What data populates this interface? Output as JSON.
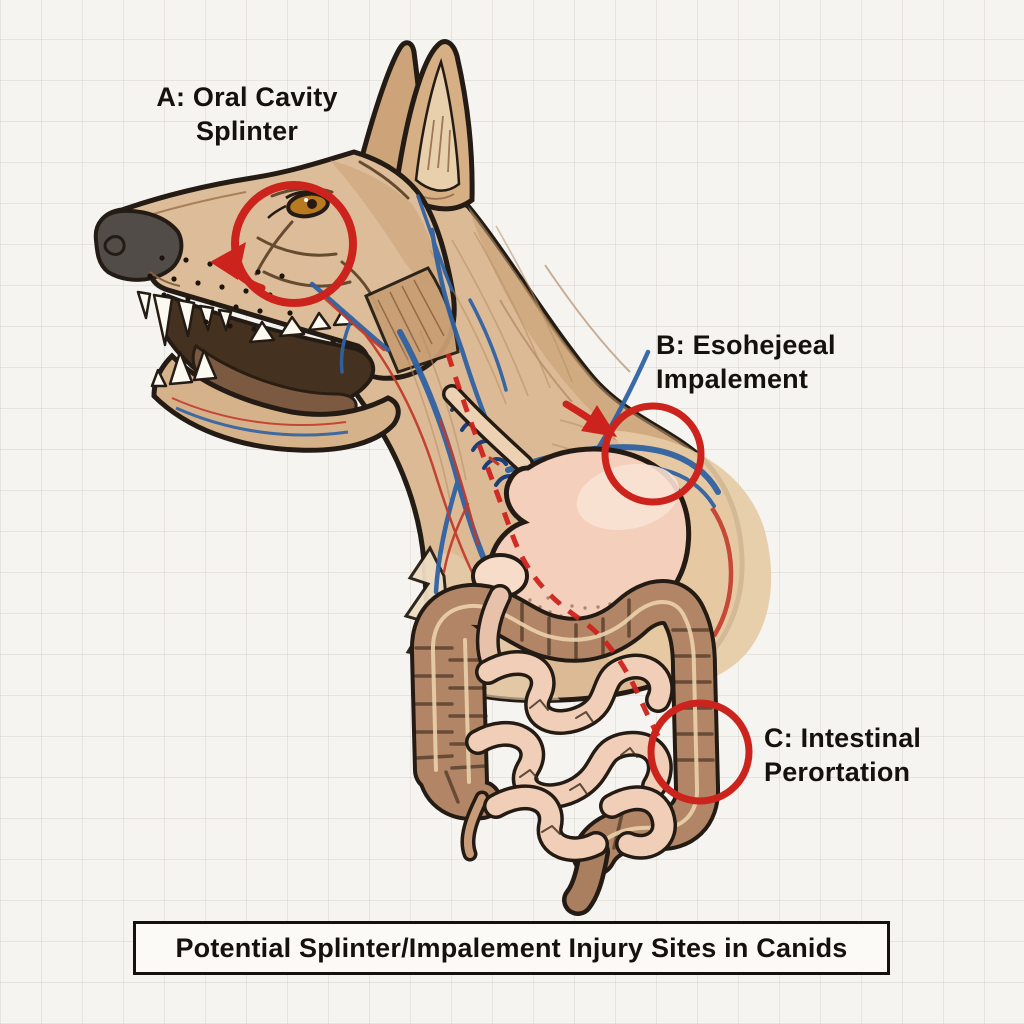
{
  "figure": {
    "kind": "annotated veterinary anatomy diagram",
    "subject": "canine lateral view with digestive tract",
    "illustration_parts": [
      "dog-head-profile",
      "pointed-ears",
      "open-mouth-with-teeth",
      "nose-pad",
      "eye",
      "neck-muscle-striations",
      "blue-veins",
      "red-arteries",
      "esophagus",
      "stomach",
      "large-intestine-colon",
      "small-intestine-coils",
      "rectum",
      "red-dashed-injury-path"
    ]
  },
  "callouts": [
    {
      "id": "A",
      "line1": "A: Oral Cavity",
      "line2": "Splinter"
    },
    {
      "id": "B",
      "line1": "B: Esohejeeal",
      "line2": "Impalement"
    },
    {
      "id": "C",
      "line1": "C: Intestinal",
      "line2": "Perortation"
    }
  ],
  "caption": {
    "text": "Potential Splinter/Impalement Injury Sites in Canids"
  },
  "colors": {
    "annotation_red": "#cc231d",
    "vein_blue": "#2f62a3",
    "artery_red": "#c23b2b",
    "fur_tan": "#dcba96",
    "fur_dark": "#c79e72",
    "fur_cream": "#ecdcc2",
    "stomach_pink": "#f4cfbc",
    "colon_brown": "#b28566",
    "intestine_pink": "#f1ceb7",
    "outline": "#241c14",
    "paper": "#f5f4f0"
  }
}
